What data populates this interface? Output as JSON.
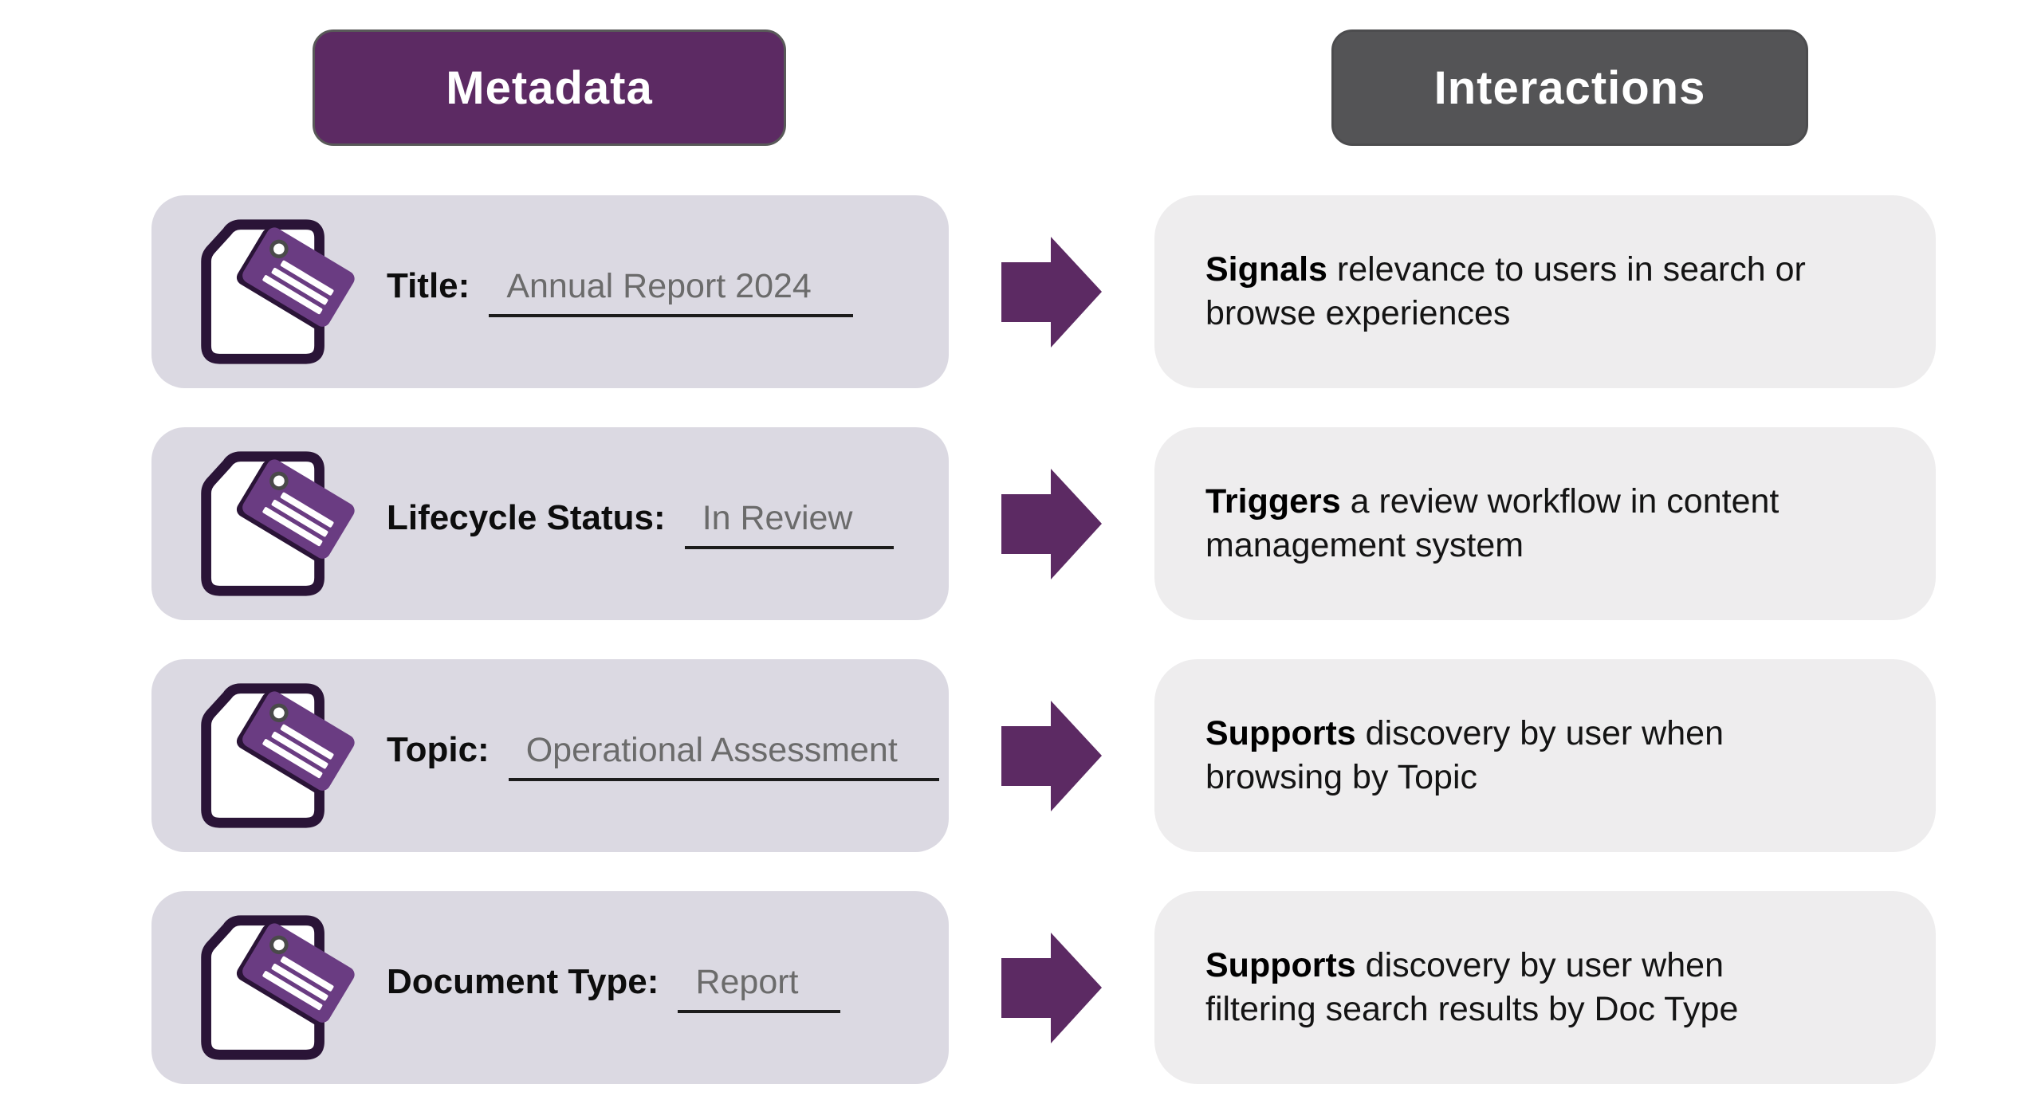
{
  "headers": {
    "metadata": "Metadata",
    "interactions": "Interactions"
  },
  "colors": {
    "accent_purple": "#5C2A63",
    "tag_purple": "#6A3C82",
    "page_outline_dark_purple": "#2A1437",
    "header_gray": "#545456",
    "metadata_card_bg": "#DBD9E2",
    "interaction_card_bg": "#EEEDEE",
    "value_text_gray": "#6b6b6b",
    "underline_dark": "#1c1c1c"
  },
  "icons": {
    "document_tag": "document-with-tag-icon",
    "arrow": "right-arrow-icon"
  },
  "rows": [
    {
      "label": "Title:",
      "value": "Annual Report 2024",
      "interaction_bold": "Signals",
      "interaction_rest": " relevance to users in search or\nbrowse experiences"
    },
    {
      "label": "Lifecycle Status:",
      "value": "In Review",
      "interaction_bold": "Triggers",
      "interaction_rest": " a review workflow in content\nmanagement system"
    },
    {
      "label": "Topic:",
      "value": "Operational Assessment",
      "interaction_bold": "Supports",
      "interaction_rest": " discovery by user when\nbrowsing by Topic"
    },
    {
      "label": "Document Type:",
      "value": "Report",
      "interaction_bold": "Supports",
      "interaction_rest": " discovery by user when\nfiltering search results by Doc Type"
    }
  ]
}
